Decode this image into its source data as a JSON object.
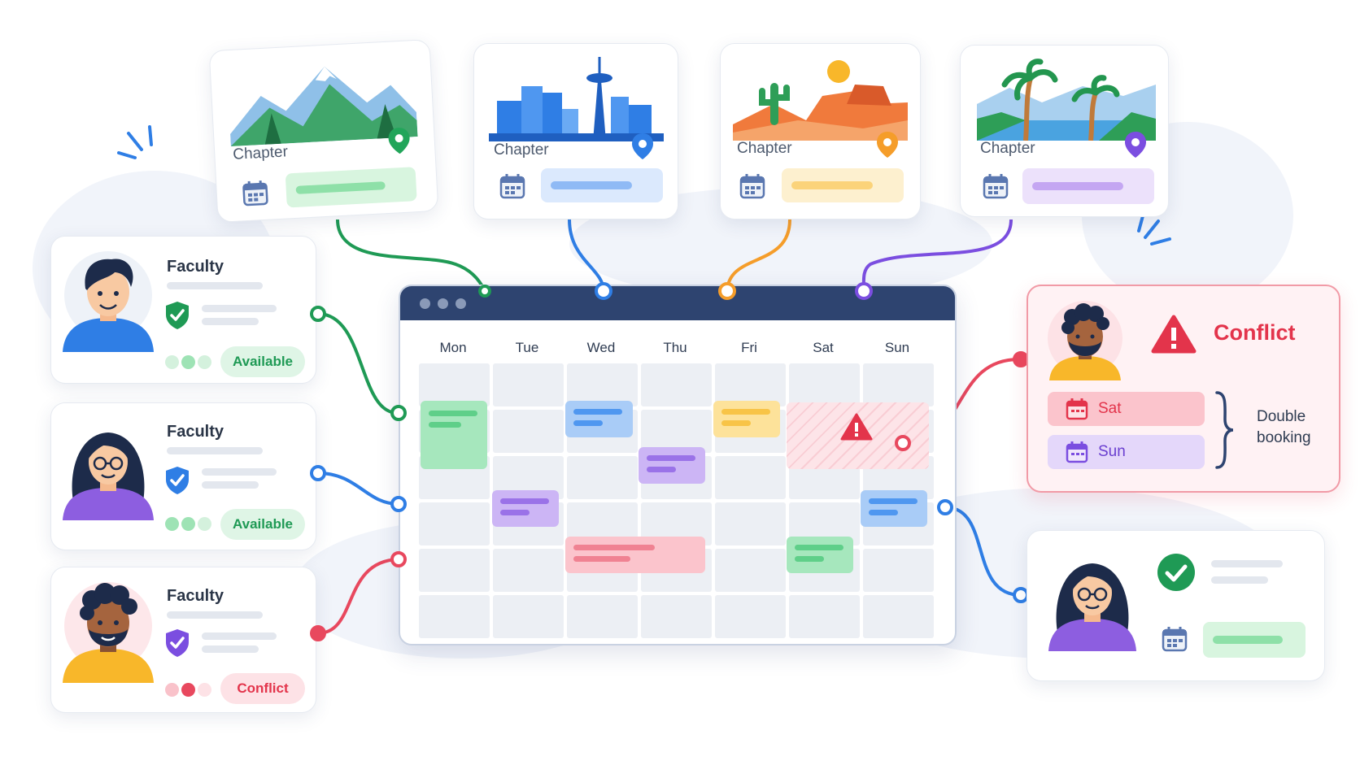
{
  "chapters": [
    {
      "label": "Chapter",
      "pin_color": "#22a55a",
      "fill_color": "#d8f5df",
      "bar_color": "#8ee0a8"
    },
    {
      "label": "Chapter",
      "pin_color": "#2f7ee5",
      "fill_color": "#dbe9fd",
      "bar_color": "#8fbaf5"
    },
    {
      "label": "Chapter",
      "pin_color": "#f59d2a",
      "fill_color": "#fdf0cf",
      "bar_color": "#fbd37a"
    },
    {
      "label": "Chapter",
      "pin_color": "#7b4ee0",
      "fill_color": "#ece1fb",
      "bar_color": "#c4a6f2"
    }
  ],
  "faculty": [
    {
      "label": "Faculty",
      "status": "Available",
      "shield_color": "#1f9a55",
      "status_color": "#1f9a55",
      "status_bg": "#dff5e6"
    },
    {
      "label": "Faculty",
      "status": "Available",
      "shield_color": "#2f7ee5",
      "status_color": "#1f9a55",
      "status_bg": "#dff5e6"
    },
    {
      "label": "Faculty",
      "status": "Conflict",
      "shield_color": "#7b4ee0",
      "status_color": "#e3344b",
      "status_bg": "#fde2e6"
    }
  ],
  "calendar": {
    "days": [
      "Mon",
      "Tue",
      "Wed",
      "Thu",
      "Fri",
      "Sat",
      "Sun"
    ]
  },
  "conflict": {
    "title": "Conflict",
    "days": [
      "Sat",
      "Sun"
    ],
    "note_line1": "Double",
    "note_line2": "booking",
    "color": "#e3344b"
  },
  "colors": {
    "navy": "#2e4470",
    "green": "#1f9a55",
    "blue": "#2f7ee5",
    "orange": "#f59d2a",
    "purple": "#7b4ee0",
    "red": "#e8485e"
  }
}
